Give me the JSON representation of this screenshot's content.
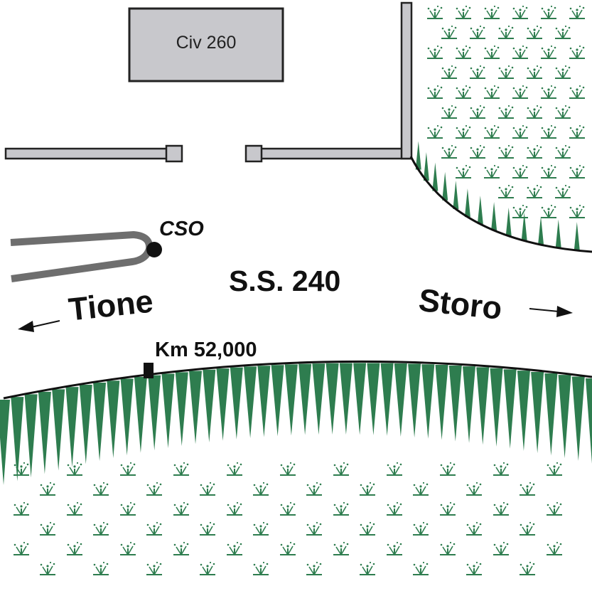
{
  "labels": {
    "building": "Civ 260",
    "cso": "CSO",
    "road": "S.S. 240",
    "direction_left": "Tione",
    "direction_right": "Storo",
    "kilometre_marker": "Km 52,000"
  },
  "colors": {
    "vegetation": "#2e7d4f",
    "wall_fill": "#c8c8cc",
    "outline": "#222222",
    "pipe": "#6e6e6e"
  },
  "icons": [
    "arrow-left-icon",
    "arrow-right-icon",
    "grass-icon",
    "cso-point-icon"
  ]
}
